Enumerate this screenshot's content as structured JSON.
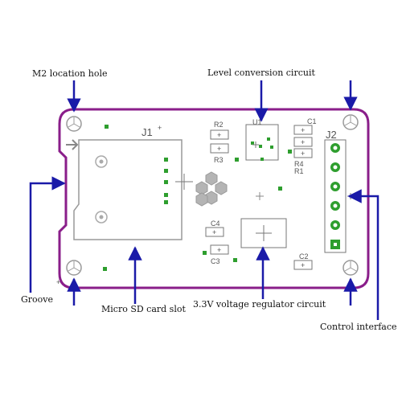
{
  "labels": {
    "m2_hole": "M2 location hole",
    "level_conv": "Level conversion circuit",
    "groove": "Groove",
    "sd_slot": "Micro SD card slot",
    "regulator": "3.3V voltage regulator circuit",
    "control": "Control interface"
  },
  "silkscreen": {
    "j1": "J1",
    "j2": "J2",
    "u1": "U1",
    "r1": "R1",
    "r2": "R2",
    "r3": "R3",
    "r4": "R4",
    "c1": "C1",
    "c2": "C2",
    "c3": "C3",
    "c4": "C4"
  },
  "colors": {
    "board_outline": "#8a1e8a",
    "arrow": "#1a1aa8",
    "pad_green": "#2e9e2e",
    "silk": "#7a7a7a"
  }
}
